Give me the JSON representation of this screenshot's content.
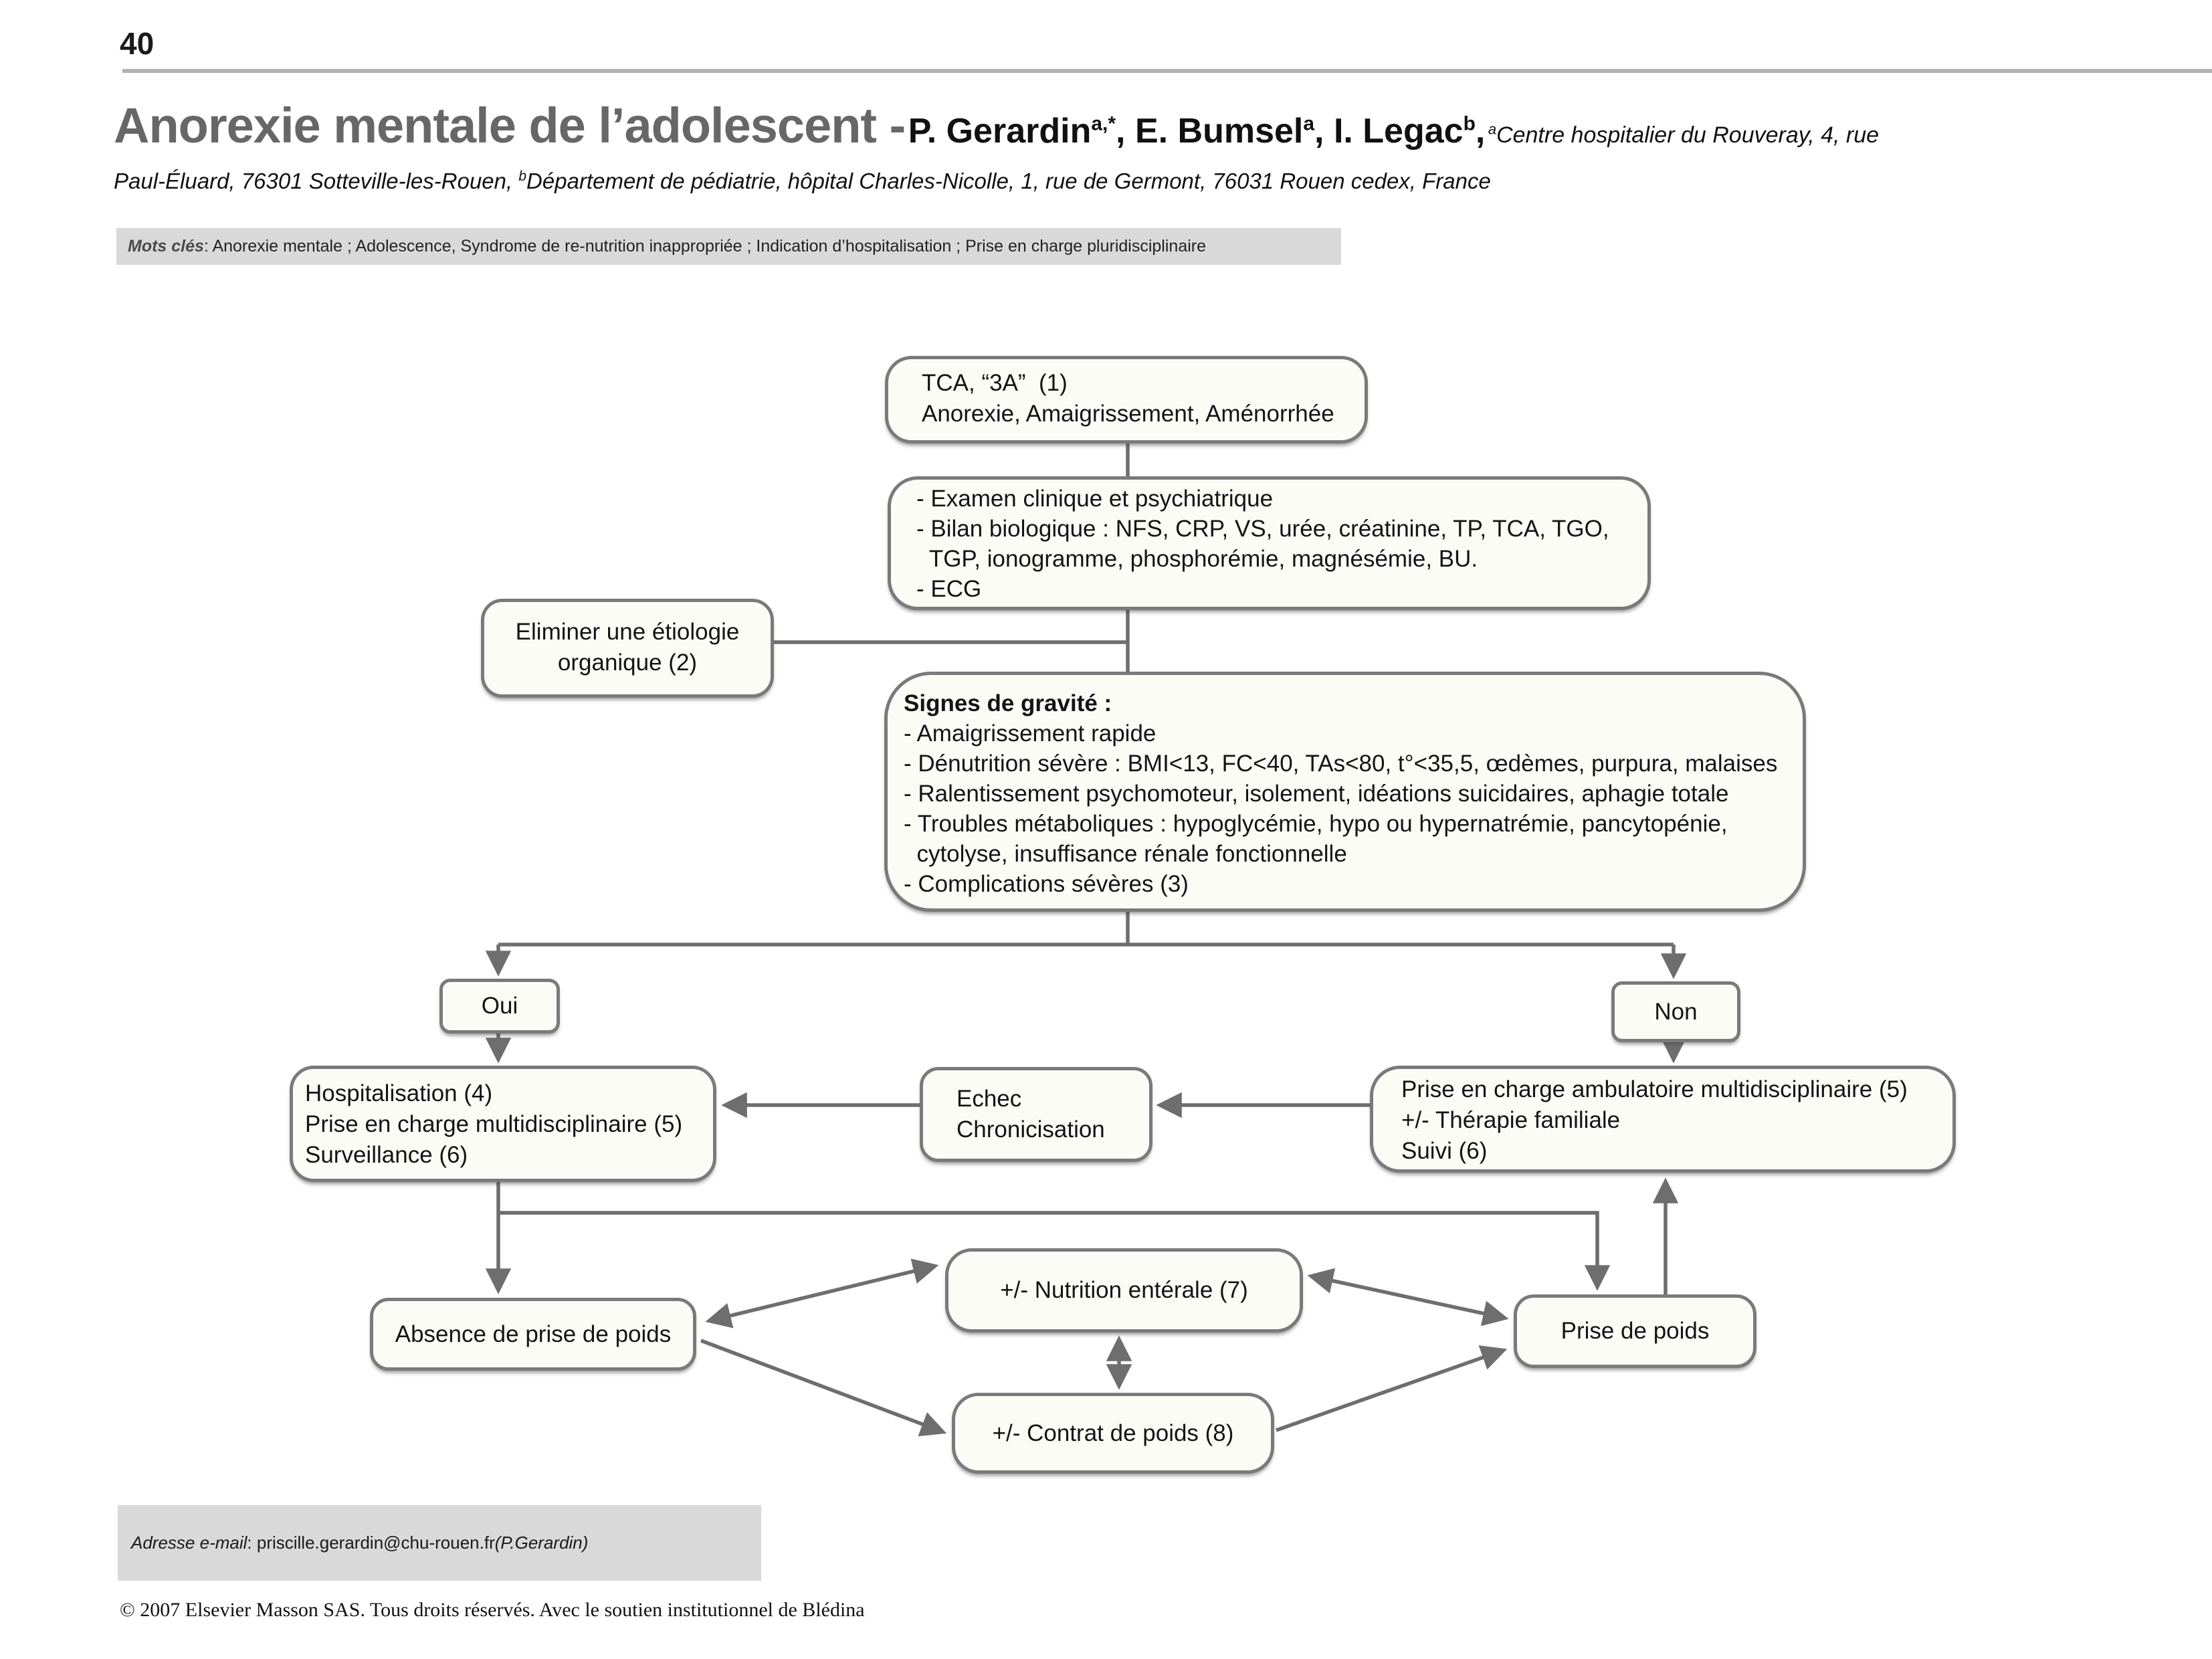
{
  "page": {
    "number": "40"
  },
  "header": {
    "title": "Anorexie mentale de l’adolescent -",
    "authors": [
      {
        "name": "P. Gerardin",
        "sup": "a,*"
      },
      {
        "name": ", E. Bumsel",
        "sup": "a"
      },
      {
        "name": ", I. Legac",
        "sup": "b"
      },
      {
        "name": ","
      }
    ],
    "affiliation_line1": {
      "sup": "a",
      "text": "Centre hospitalier du Rouveray, 4, rue"
    },
    "affiliation_line2": {
      "part1": "Paul-Éluard, 76301 Sotteville-les-Rouen,",
      "sup": "b",
      "part2": "Département de pédiatrie, hôpital Charles-Nicolle, 1, rue de Germont, 76031 Rouen cedex, France"
    }
  },
  "keywords": {
    "label": "Mots clés",
    "text": ": Anorexie mentale ; Adolescence, Syndrome de re-nutrition inappropriée ; Indication d’hospitalisation ; Prise en charge pluridisciplinaire"
  },
  "flowchart": {
    "tca": {
      "lines": [
        "TCA, “3A”  (1)",
        "Anorexie, Amaigrissement, Aménorrhée"
      ]
    },
    "bilan": {
      "lines": [
        "- Examen clinique et psychiatrique",
        "- Bilan biologique : NFS, CRP, VS, urée, créatinine, TP, TCA, TGO,",
        "  TGP, ionogramme, phosphorémie, magnésémie, BU.",
        "- ECG"
      ]
    },
    "eliminer": {
      "lines": [
        "Eliminer une étiologie",
        "organique (2)"
      ]
    },
    "signes": {
      "title": "Signes de gravité :",
      "lines": [
        "- Amaigrissement rapide",
        "- Dénutrition sévère : BMI<13, FC<40, TAs<80, t°<35,5, œdèmes, purpura, malaises",
        "- Ralentissement psychomoteur, isolement, idéations suicidaires, aphagie totale",
        "- Troubles métaboliques : hypoglycémie, hypo ou hypernatrémie, pancytopénie,",
        "  cytolyse, insuffisance rénale fonctionnelle",
        "- Complications sévères (3)"
      ]
    },
    "oui": {
      "label": "Oui"
    },
    "non": {
      "label": "Non"
    },
    "hospitalisation": {
      "lines": [
        "Hospitalisation (4)",
        "Prise en charge multidisciplinaire (5)",
        "Surveillance (6)"
      ]
    },
    "echec": {
      "lines": [
        "Echec",
        "Chronicisation"
      ]
    },
    "ambulatoire": {
      "lines": [
        "Prise en charge ambulatoire multidisciplinaire (5)",
        "+/- Thérapie familiale",
        "Suivi (6)"
      ]
    },
    "absence": {
      "label": "Absence de prise de poids"
    },
    "nutrition": {
      "label": "+/- Nutrition entérale (7)"
    },
    "contrat": {
      "label": "+/- Contrat de poids (8)"
    },
    "prise_de_poids": {
      "label": "Prise de poids"
    },
    "edges": [
      {
        "from": "tca",
        "to": "bilan",
        "arrows": "none"
      },
      {
        "from": "bilan",
        "to": "signes",
        "arrows": "none"
      },
      {
        "from": "eliminer",
        "to": "bilan-signes-link",
        "arrows": "none"
      },
      {
        "from": "signes",
        "to": "oui",
        "arrows": "end"
      },
      {
        "from": "signes",
        "to": "non",
        "arrows": "end"
      },
      {
        "from": "oui",
        "to": "hospitalisation",
        "arrows": "end"
      },
      {
        "from": "non",
        "to": "ambulatoire",
        "arrows": "end"
      },
      {
        "from": "ambulatoire",
        "to": "echec",
        "arrows": "end"
      },
      {
        "from": "echec",
        "to": "hospitalisation",
        "arrows": "end"
      },
      {
        "from": "hospitalisation",
        "to": "absence",
        "arrows": "end"
      },
      {
        "from": "hospitalisation",
        "to": "prise_de_poids",
        "arrows": "end"
      },
      {
        "from": "prise_de_poids",
        "to": "ambulatoire",
        "arrows": "end"
      },
      {
        "from": "absence",
        "to": "nutrition",
        "arrows": "both"
      },
      {
        "from": "nutrition",
        "to": "contrat",
        "arrows": "both"
      },
      {
        "from": "nutrition",
        "to": "prise_de_poids",
        "arrows": "both"
      },
      {
        "from": "absence",
        "to": "contrat",
        "arrows": "end"
      },
      {
        "from": "contrat",
        "to": "prise_de_poids",
        "arrows": "end"
      }
    ]
  },
  "footer": {
    "email_label": "Adresse e-mail",
    "email_text": ": priscille.gerardin@chu-rouen.fr",
    "email_suffix": "(P.Gerardin)",
    "copyright": "© 2007 Elsevier Masson SAS. Tous droits réservés. Avec le soutien institutionnel de Blédina"
  },
  "colors": {
    "line_gray": "#6e6e6e",
    "box_border": "#7a7a7a",
    "box_fill": "#fcfcf7",
    "band_gray": "#d9d9d9",
    "title_gray": "#676767",
    "rule_gray": "#b2b2b2"
  }
}
